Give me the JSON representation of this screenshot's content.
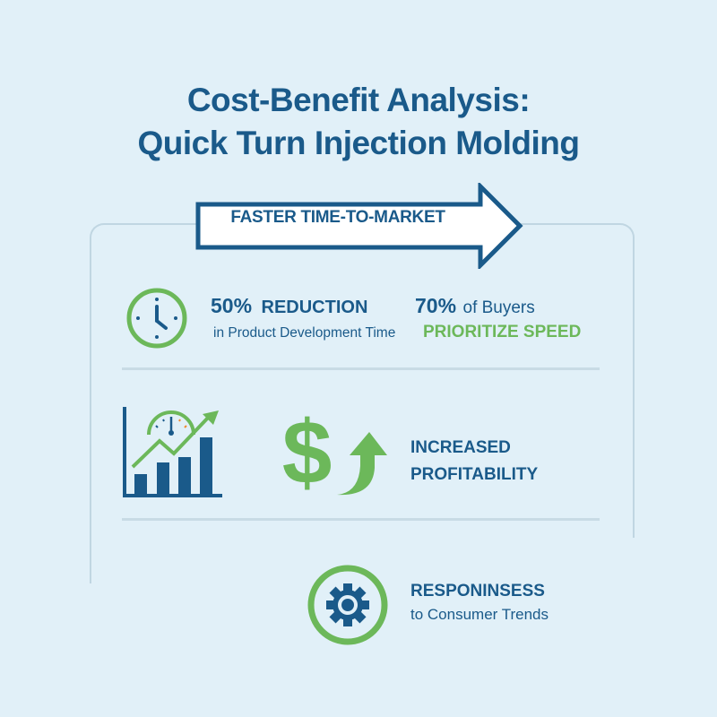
{
  "title": {
    "line1": "Cost-Benefit Analysis:",
    "line2": "Quick Turn Injection Molding"
  },
  "banner": {
    "label": "FASTER TIME-TO-MARKET",
    "icon": "right-arrow-icon"
  },
  "stats": {
    "reduction": {
      "value": "50%",
      "label": "REDUCTION",
      "sub": "in Product Development Time",
      "icon": "clock-icon"
    },
    "buyers": {
      "value": "70%",
      "label": "of Buyers",
      "sub": "PRIORITIZE SPEED"
    }
  },
  "profitability": {
    "line1": "INCREASED",
    "line2": "PROFITABILITY",
    "icons": [
      "growth-chart-icon",
      "dollar-up-icon"
    ]
  },
  "responsiveness": {
    "line1": "RESPONINSESS",
    "line2": "to Consumer Trends",
    "icon": "gear-icon"
  },
  "colors": {
    "background": "#e1f0f8",
    "primary_blue": "#1a5a8a",
    "accent_green": "#6cb85a",
    "frame": "#c0d6e2",
    "gauge_orange": "#f08a30"
  }
}
